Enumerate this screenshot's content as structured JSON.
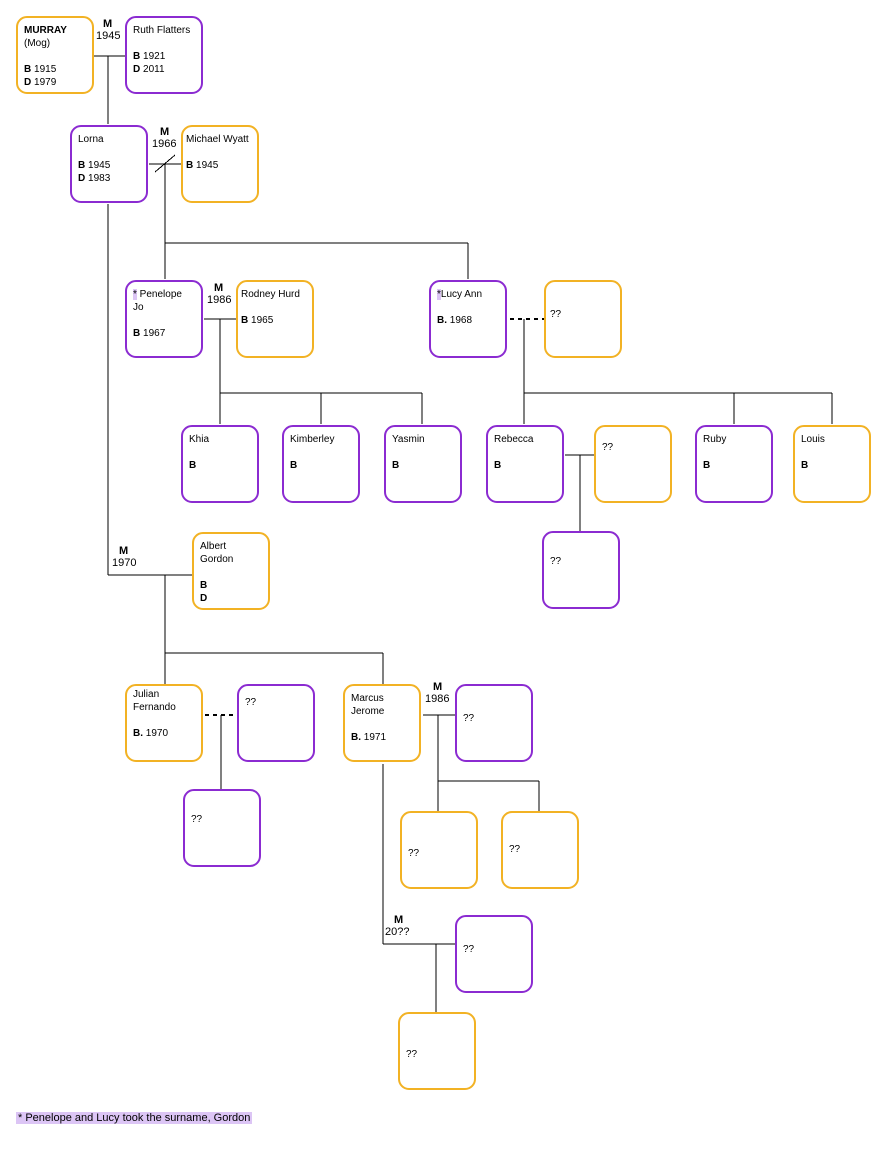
{
  "colors": {
    "female": "#8b2bd1",
    "male": "#f2b224",
    "highlight": "#dcc5f5",
    "line": "#000000"
  },
  "people": {
    "murray": {
      "name": "MURRAY",
      "nick": "(Mog)",
      "b": "1915",
      "d": "1979"
    },
    "ruth": {
      "name": "Ruth Flatters",
      "b": "1921",
      "d": "2011"
    },
    "lorna": {
      "name": "Lorna",
      "b": "1945",
      "d": "1983"
    },
    "michael": {
      "name": "Michael Wyatt",
      "b": "1945"
    },
    "penelope": {
      "star": "*",
      "name": " Penelope Jo",
      "b": "1967"
    },
    "rodney": {
      "name": "Rodney Hurd",
      "b": "1965"
    },
    "lucy": {
      "star": "*",
      "name": "Lucy Ann",
      "b_label": "B.",
      "b": "1968"
    },
    "lucy_partner": {
      "name": "??"
    },
    "khia": {
      "name": "Khia",
      "b_label": "B"
    },
    "kimberley": {
      "name": "Kimberley",
      "b_label": "B"
    },
    "yasmin": {
      "name": "Yasmin",
      "b_label": "B"
    },
    "rebecca": {
      "name": "Rebecca",
      "b_label": "B"
    },
    "rebecca_partner": {
      "name": "??"
    },
    "rebecca_child": {
      "name": "??"
    },
    "ruby": {
      "name": "Ruby",
      "b_label": "B"
    },
    "louis": {
      "name": "Louis",
      "b_label": "B"
    },
    "albert": {
      "name": "Albert Gordon",
      "b_label": "B",
      "d_label": "D"
    },
    "julian": {
      "name": "Julian\nFernando",
      "b_label": "B.",
      "b": "1970"
    },
    "julian_partner": {
      "name": "??"
    },
    "julian_child": {
      "name": "??"
    },
    "marcus": {
      "name": "Marcus\nJerome",
      "b_label": "B.",
      "b": "1971"
    },
    "marcus_wife1": {
      "name": "??"
    },
    "marcus_child1": {
      "name": "??"
    },
    "marcus_child2": {
      "name": "??"
    },
    "marcus_wife2": {
      "name": "??"
    },
    "marcus_child3": {
      "name": "??"
    }
  },
  "marriages": {
    "murray_ruth": {
      "m": "M",
      "year": "1945"
    },
    "lorna_michael": {
      "m": "M",
      "year": "1966"
    },
    "penelope_rodney": {
      "m": "M",
      "year": "1986"
    },
    "lorna_albert": {
      "m": "M",
      "year": "1970"
    },
    "marcus_1": {
      "m": "M",
      "year": "1986"
    },
    "marcus_2": {
      "m": "M",
      "year": "20??"
    }
  },
  "footnote": "* Penelope and Lucy took the surname, Gordon"
}
